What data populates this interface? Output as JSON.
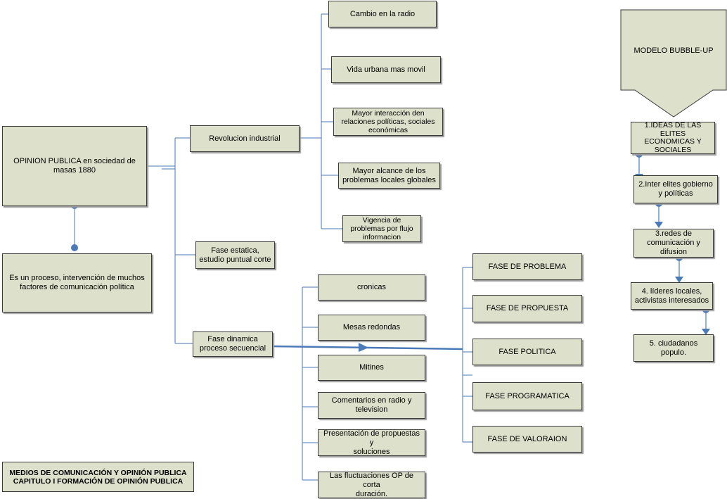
{
  "root": {
    "title": "OPINION PUBLICA en sociedad de\nmasas 1880",
    "definition": "Es un proceso, intervención de muchos\nfactores de comunicación política"
  },
  "branches": {
    "revolucion": "Revolucion industrial",
    "estatica": "Fase estatica,\nestudio puntual corte",
    "dinamica": "Fase dinamica\nproceso secuencial"
  },
  "revolucion_items": [
    "Cambio en la radio",
    "Vida urbana mas movil",
    "Mayor interacción den\nrelaciones políticas, sociales\neconómicas",
    "Mayor alcance de los\nproblemas locales globales",
    "Vigencia de\nproblemas por flujo\ninformacion"
  ],
  "dinamica_items": [
    "cronicas",
    "Mesas redondas",
    "Mitines",
    "Comentarios en radio y\ntelevision",
    "Presentación de propuestas y\nsoluciones",
    "Las fluctuaciones OP de corta\nduración."
  ],
  "fases": [
    "FASE DE PROBLEMA",
    "FASE DE PROPUESTA",
    "FASE POLITICA",
    "FASE PROGRAMATICA",
    "FASE DE VALORAION"
  ],
  "bubble_up": {
    "title": "MODELO BUBBLE-UP",
    "steps": [
      "1.IDEAS DE LAS\nELITES\nECONOMICAS Y\nSOCIALES",
      "2.Inter elites gobierno\ny políticas",
      "3.redes de\ncomunicación y\ndifusion",
      "4. líderes locales,\nactivistas interesados",
      "5. ciudadanos\npopulo."
    ]
  },
  "caption": "MEDIOS DE COMUNICACIÓN Y OPINIÓN PUBLICA\nCAPITULO  I FORMACIÓN DE OPINIÓN PUBLICA",
  "colors": {
    "box_fill": "#dde0ca",
    "connector": "#4a7ab8"
  }
}
